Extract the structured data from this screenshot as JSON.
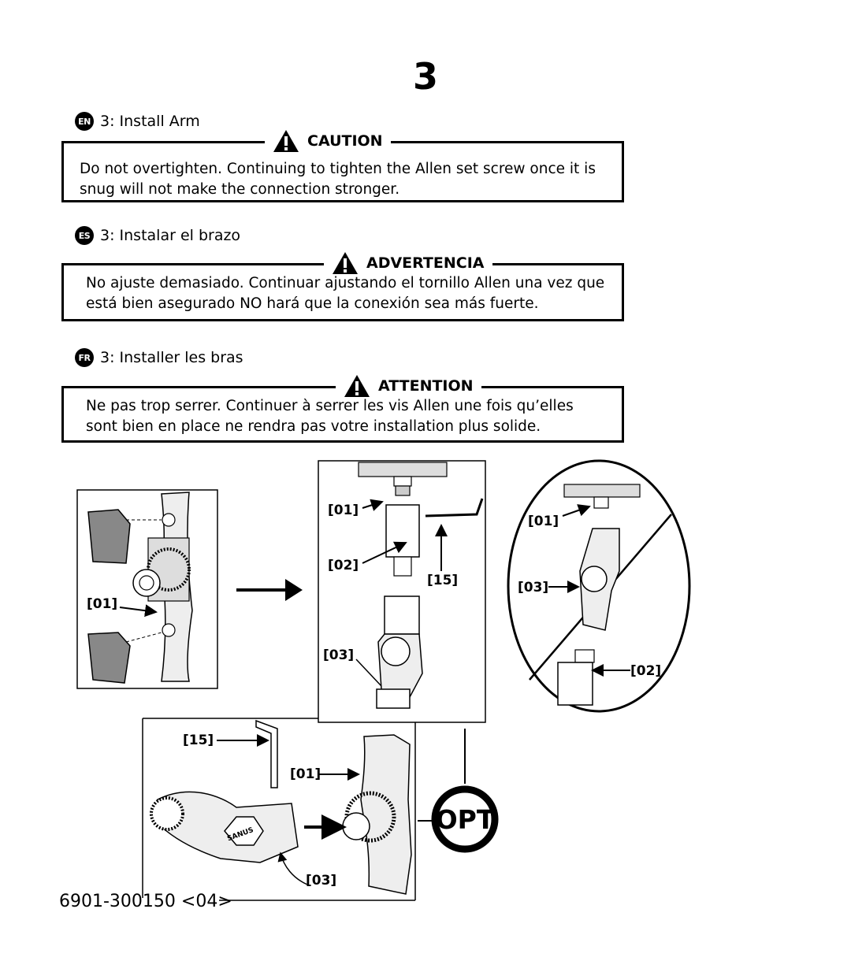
{
  "page_number": "3",
  "sections": [
    {
      "lang": "EN",
      "heading": "3: Install Arm",
      "warning_title": "CAUTION",
      "warning_text": "Do not overtighten. Continuing to tighten the Allen set screw once it is snug will not make the connection stronger."
    },
    {
      "lang": "ES",
      "heading": "3: Instalar el brazo",
      "warning_title": "ADVERTENCIA",
      "warning_text": "No ajuste demasiado. Continuar ajustando el tornillo Allen una vez que está bien asegurado NO hará que la conexión sea más fuerte."
    },
    {
      "lang": "FR",
      "heading": "3: Installer les bras",
      "warning_title": "ATTENTION",
      "warning_text": "Ne pas trop serrer. Continuer à serrer les vis Allen une fois qu’elles sont bien en place ne rendra pas votre installation plus solide."
    }
  ],
  "figure_labels": {
    "left_01": "[01]",
    "mid_01": "[01]",
    "mid_02": "[02]",
    "mid_15": "[15]",
    "mid_03": "[03]",
    "circle_01": "[01]",
    "circle_03": "[03]",
    "circle_02": "[02]",
    "bottom_15": "[15]",
    "bottom_01": "[01]",
    "bottom_03": "[03]",
    "brand": "SANUS"
  },
  "opt_badge": "OPT",
  "footer": "6901-300150 <04>"
}
